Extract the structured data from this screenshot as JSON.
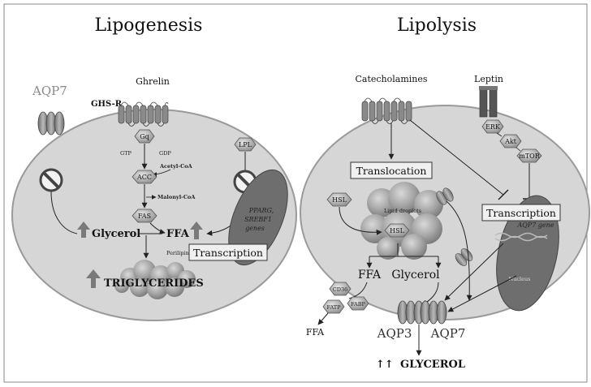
{
  "lipogenesis": {
    "title": "Lipogenesis",
    "ghrelin": "Ghrelin",
    "ghs_r": "GHS-R",
    "aqp7": "AQP7",
    "gq": "Gq",
    "gtp": "GTP",
    "gdp": "GDP",
    "acetyl_coa": "Acetyl-CoA",
    "acc": "ACC",
    "malonyl_coa": "Malonyl-CoA",
    "fas": "FAS",
    "ffa": "FFA",
    "glycerol": "Glycerol",
    "perilipin": "Perilipin",
    "triglycerides": "TRIGLYCERIDES",
    "transcription": "Transcription",
    "lpl": "LPL",
    "gene_line1": "PPARG,",
    "gene_line2": "SREBF1",
    "gene_line3": "genes"
  },
  "lipolysis": {
    "title": "Lipolysis",
    "catecholamines": "Catecholamines",
    "leptin": "Leptin",
    "translocation": "Translocation",
    "hsl": "HSL",
    "lipid_droplets": "Lipid droplets",
    "ffa": "FFA",
    "glycerol": "Glycerol",
    "cd36": "CD36",
    "fatp": "FATP",
    "fabp": "FABP",
    "ffa_out": "FFA",
    "aqp3": "AQP3",
    "aqp7": "AQP7",
    "glycerol_out": "GLYCEROL",
    "glycerol_arrows": "↑↑",
    "erk": "ERK",
    "akt": "Akt",
    "mtor": "mTOR",
    "transcription": "Transcription",
    "aqp7_gene": "AQP7 gene",
    "nucleus": "Nucleus"
  },
  "colors": {
    "cell": "#d6d6d6",
    "droplet": "#9c9c9c",
    "nucleus": "#6e6e6e",
    "upArrow": "#7a7a7a"
  },
  "icons": {
    "inhibit": "prohibited-sign-icon",
    "upArrow": "up-arrow-icon"
  }
}
